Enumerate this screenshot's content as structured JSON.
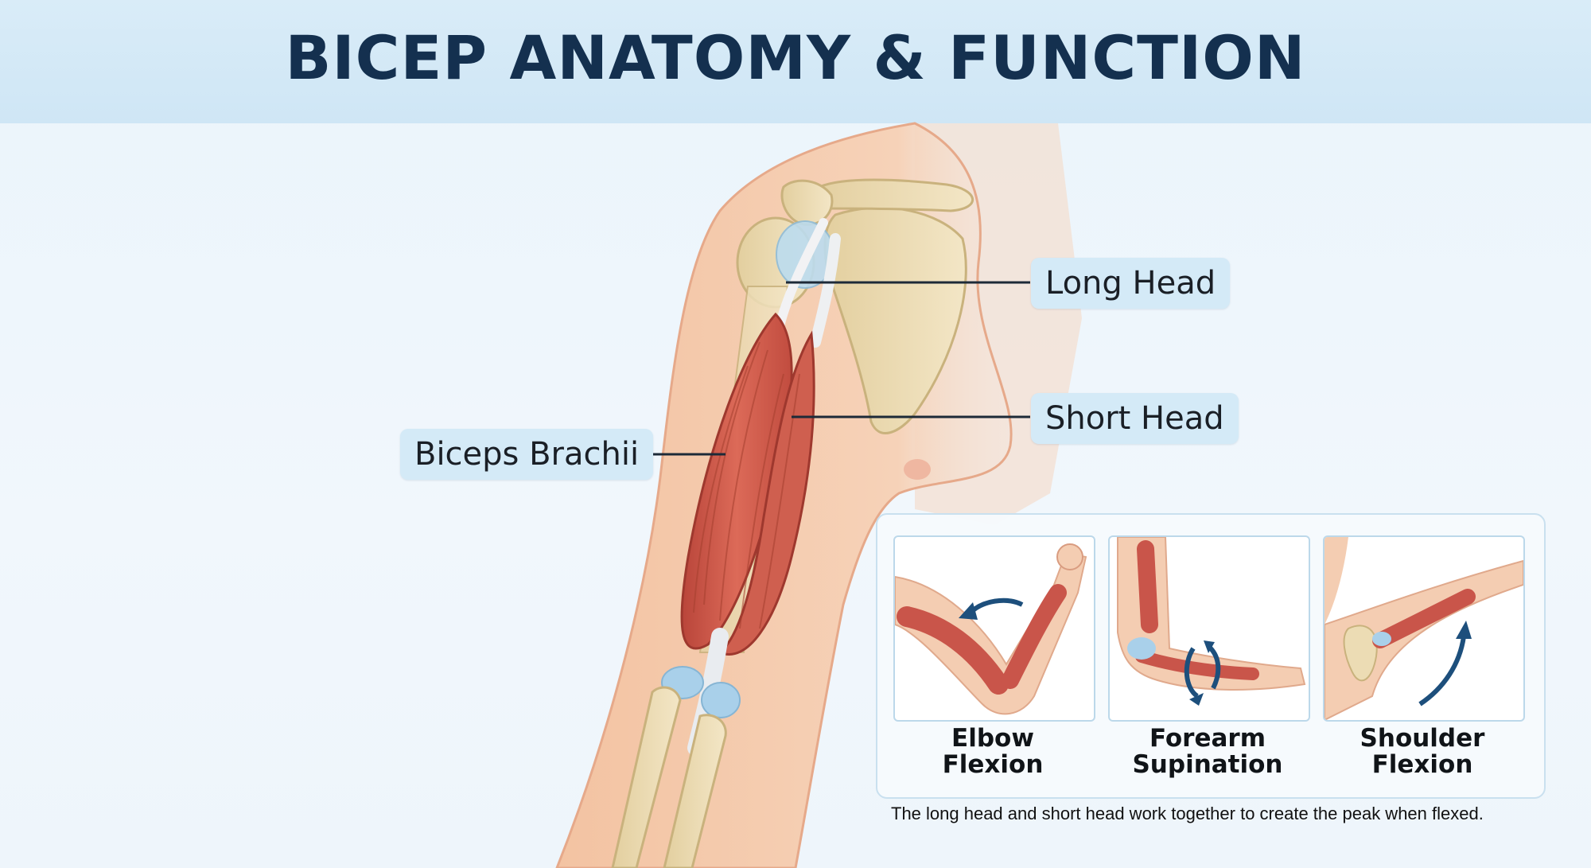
{
  "title": "BICEP ANATOMY & FUNCTION",
  "labels": {
    "long_head": "Long Head",
    "short_head": "Short Head",
    "biceps_brachii": "Biceps Brachii"
  },
  "functions": [
    {
      "line1": "Elbow",
      "line2": "Flexion"
    },
    {
      "line1": "Forearm",
      "line2": "Supination"
    },
    {
      "line1": "Shoulder",
      "line2": "Flexion"
    }
  ],
  "caption": "The long head and short head work together to create the peak when flexed.",
  "colors": {
    "title": "#14304f",
    "label_bg": "#d4eaf7",
    "skin": "#f2c4a4",
    "muscle": "#cf5a4a",
    "bone": "#ecdcb4",
    "cartilage": "#a9d0ea",
    "arrow": "#1d4f7c"
  },
  "icons": [
    "curved-arrow-icon",
    "rotation-arrow-icon",
    "upward-arrow-icon"
  ]
}
